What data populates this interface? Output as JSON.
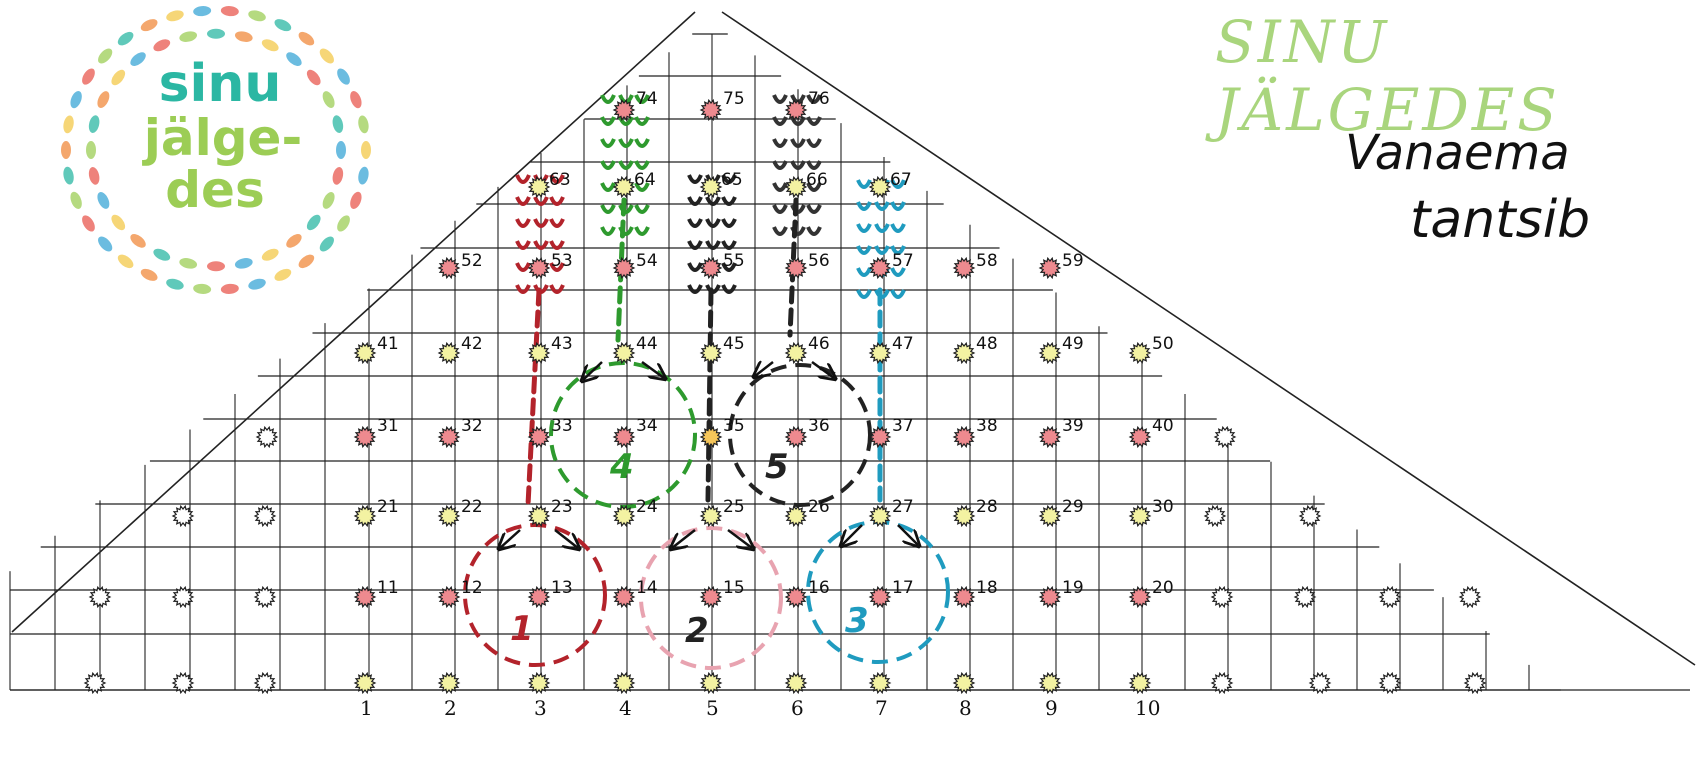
{
  "logo": {
    "line1": "sinu",
    "line2": "jälge-",
    "line3": "des"
  },
  "brand_title": "SINU JÄLGEDES",
  "subtitle": {
    "line1": "Vanaema",
    "line2": "tantsib"
  },
  "column_labels": [
    "1",
    "2",
    "3",
    "4",
    "5",
    "6",
    "7",
    "8",
    "9",
    "10"
  ],
  "point_numbers": [
    "11",
    "12",
    "13",
    "14",
    "15",
    "16",
    "17",
    "18",
    "19",
    "20",
    "21",
    "22",
    "23",
    "24",
    "25",
    "26",
    "27",
    "28",
    "29",
    "30",
    "31",
    "32",
    "33",
    "34",
    "35",
    "36",
    "37",
    "38",
    "39",
    "40",
    "41",
    "42",
    "43",
    "44",
    "45",
    "46",
    "47",
    "48",
    "49",
    "50",
    "52",
    "53",
    "54",
    "55",
    "56",
    "57",
    "58",
    "59",
    "63",
    "64",
    "65",
    "66",
    "67",
    "74",
    "75",
    "76"
  ],
  "circle_numbers": [
    "1",
    "2",
    "3",
    "4",
    "5"
  ],
  "colors": {
    "red": "#b3232b",
    "pink": "#e8a3b0",
    "blue": "#1f9bbf",
    "green": "#2e9a2e",
    "black": "#111111",
    "violet": "#b9a6d6",
    "dot_pink": "#ee8a8f",
    "dot_yellow": "#f3f2a2",
    "dot_white": "#ffffff"
  }
}
